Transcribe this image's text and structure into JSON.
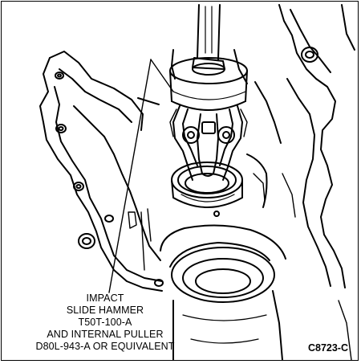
{
  "callout": {
    "lines": [
      "IMPACT",
      "SLIDE HAMMER",
      "T50T-100-A",
      "AND INTERNAL PULLER",
      "D80L-943-A OR EQUIVALENT"
    ]
  },
  "figure_id": "C8723-C"
}
